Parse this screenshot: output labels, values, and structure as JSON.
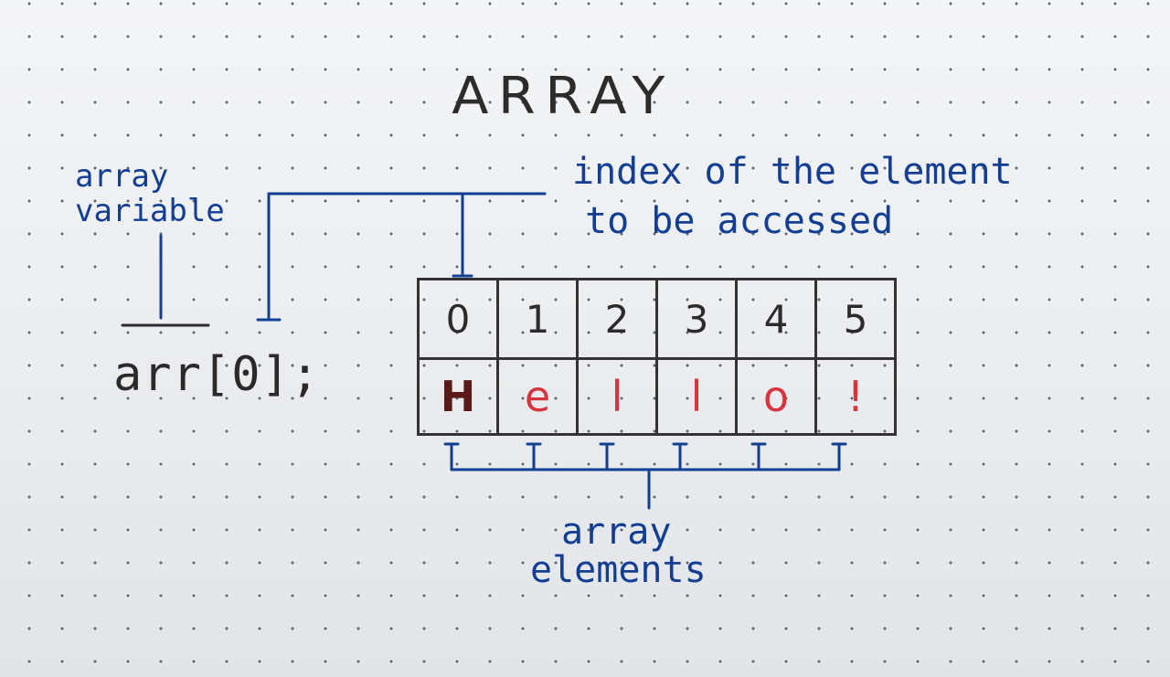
{
  "title": "ARRAY",
  "labels": {
    "array_variable_line1": "array",
    "array_variable_line2": "variable",
    "index_line1": "index of the element",
    "index_line2": "to be accessed",
    "elements_line1": "array",
    "elements_line2": "elements"
  },
  "code": "arr[0];",
  "indices": [
    "0",
    "1",
    "2",
    "3",
    "4",
    "5"
  ],
  "values": [
    "H",
    "e",
    "l",
    "l",
    "o",
    "!"
  ],
  "colors": {
    "pen_blue": "#123e93",
    "pen_red": "#d8343e",
    "pen_black": "#2c2c2c"
  }
}
